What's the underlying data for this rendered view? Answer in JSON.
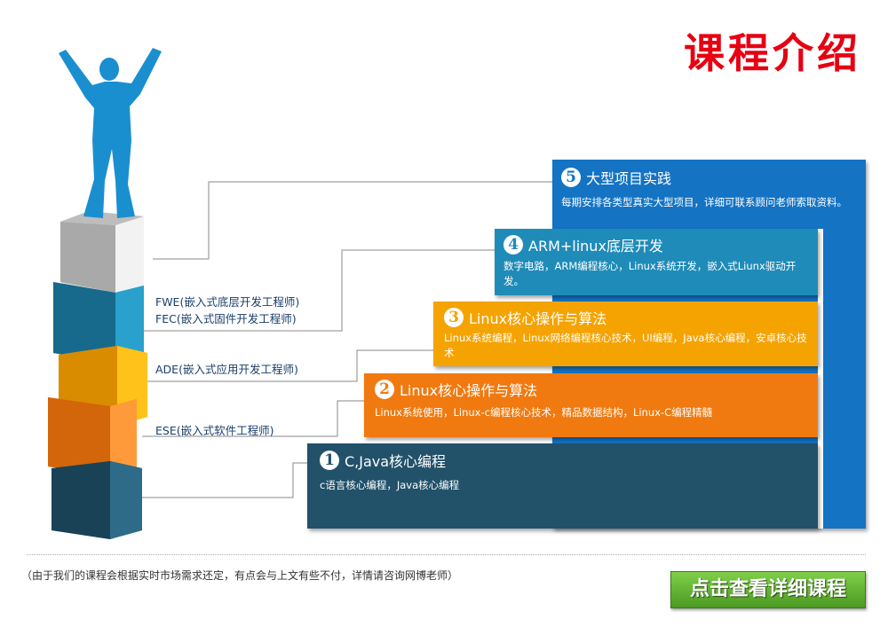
{
  "page_title": "课程介绍",
  "stages": [
    {
      "num": "5",
      "title": "大型项目实践",
      "desc": "每期安排各类型真实大型项目，详细可联系顾问老师索取资料。",
      "color": "#1473c3"
    },
    {
      "num": "4",
      "title": "ARM+linux底层开发",
      "desc": "数字电路，ARM编程核心，Linux系统开发，嵌入式Liunx驱动开发。",
      "color": "#1f8bb8"
    },
    {
      "num": "3",
      "title": "Linux核心操作与算法",
      "desc": "Linux系统编程，Linux网络编程核心技术，UI编程，Java核心编程，安卓核心技术",
      "color": "#f5a300"
    },
    {
      "num": "2",
      "title": "Linux核心操作与算法",
      "desc": "Linux系统使用，Linux-c编程核心技术，精品数据结构，Linux-C编程精髓",
      "color": "#f07a10"
    },
    {
      "num": "1",
      "title": "C,Java核心编程",
      "desc": "c语言核心编程，Java核心编程",
      "color": "#22516a"
    }
  ],
  "roles": {
    "fwe": "FWE(嵌入式底层开发工程师)",
    "fec": "FEC(嵌入式固件开发工程师)",
    "ade": "ADE(嵌入式应用开发工程师)",
    "ese": "ESE(嵌入式软件工程师)"
  },
  "note": "（由于我们的课程会根据实时市场需求还定，有点会与上文有些不付，详情请咨询网博老师）",
  "cta_label": "点击查看详细课程",
  "colors": {
    "title_red": "#e60012",
    "figure_blue": "#1a8fd0",
    "cube_gray": "#cfcfcf",
    "cube_teal": "#1f7da3",
    "cube_yellow": "#f3a800",
    "cube_orange": "#f07a10",
    "cube_dark": "#22516a",
    "cta_green": "#5aa82c"
  }
}
